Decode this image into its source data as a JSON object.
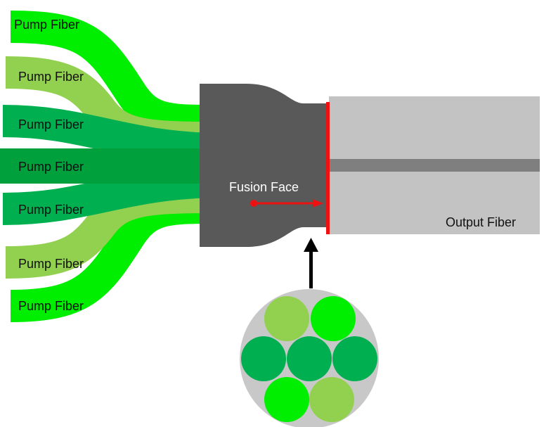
{
  "pump_fibers": [
    {
      "label": "Pump Fiber",
      "color": "#00ee00"
    },
    {
      "label": "Pump Fiber",
      "color": "#92d050"
    },
    {
      "label": "Pump Fiber",
      "color": "#00b050"
    },
    {
      "label": "Pump Fiber",
      "color": "#00a03c"
    },
    {
      "label": "Pump Fiber",
      "color": "#00b050"
    },
    {
      "label": "Pump Fiber",
      "color": "#92d050"
    },
    {
      "label": "Pump Fiber",
      "color": "#00ee00"
    }
  ],
  "fusion_face_label": "Fusion Face",
  "output_fiber_label": "Output Fiber",
  "colors": {
    "taper_body": "#595959",
    "output_cladding": "#c3c3c3",
    "output_core": "#7f7f7f",
    "fusion_face": "#ee1111",
    "bundle_cladding": "#c8c8c8",
    "arrow": "#000000"
  },
  "cross_section": {
    "colors": [
      "#92d050",
      "#00ee00",
      "#00b050",
      "#00b050",
      "#00b050",
      "#00ee00",
      "#92d050"
    ]
  }
}
